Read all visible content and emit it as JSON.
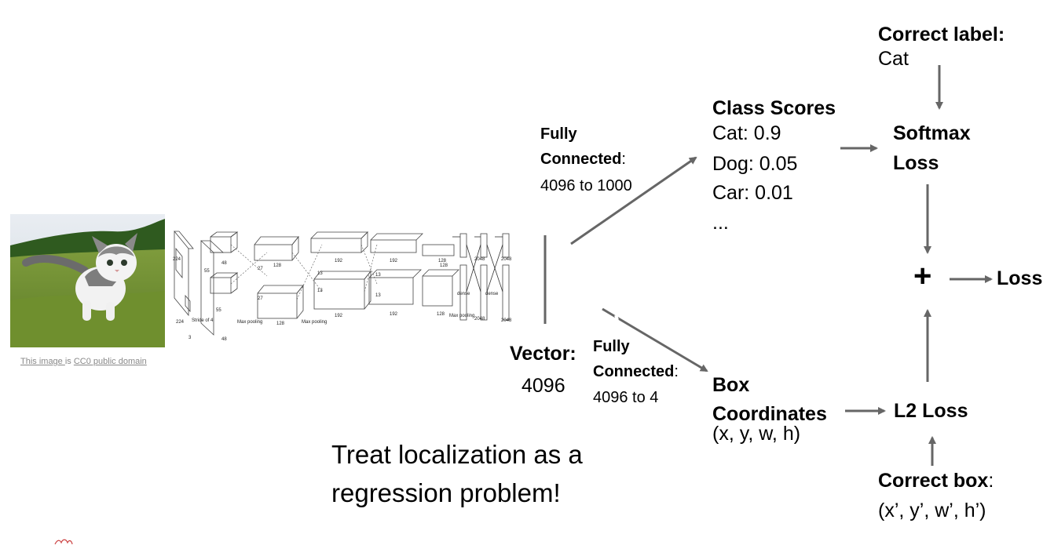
{
  "image_caption": {
    "link1": "This image ",
    "mid": "is ",
    "link2": "CC0 public domain"
  },
  "fc_top": {
    "title_line1": "Fully",
    "title_line2": "Connected",
    "colon": ":",
    "desc": "4096 to 1000"
  },
  "fc_bottom": {
    "title_line1": "Fully",
    "title_line2": "Connected",
    "colon": ":",
    "desc": "4096 to 4"
  },
  "vector": {
    "label": "Vector:",
    "value": "4096"
  },
  "class_scores": {
    "title": "Class Scores",
    "items": [
      "Cat: 0.9",
      "Dog: 0.05",
      "Car: 0.01",
      "..."
    ]
  },
  "box_coords": {
    "line1": "Box",
    "line2": "Coordinates",
    "vars": "(x, y, w, h)"
  },
  "correct_label": {
    "title": "Correct label:",
    "value": "Cat"
  },
  "softmax": {
    "line1": "Softmax",
    "line2": "Loss"
  },
  "plus": "+",
  "loss": "Loss",
  "l2": "L2 Loss",
  "correct_box": {
    "title": "Correct box",
    "colon": ":",
    "value": "(x’, y’, w’, h’)"
  },
  "main_text": {
    "line1": "Treat localization as a",
    "line2": "regression problem!"
  },
  "cnn_labels": [
    "224",
    "224",
    "Stride of 4",
    "3",
    "55",
    "55",
    "48",
    "48",
    "27",
    "27",
    "128",
    "128",
    "Max pooling",
    "Max pooling",
    "13",
    "13",
    "13",
    "13",
    "192",
    "192",
    "192",
    "192",
    "128",
    "128",
    "2048",
    "2048",
    "2048",
    "2048",
    "dense",
    "dense",
    "Max pooling",
    "128"
  ],
  "colors": {
    "arrow": "#666666",
    "text": "#000000",
    "caption": "#888888"
  }
}
